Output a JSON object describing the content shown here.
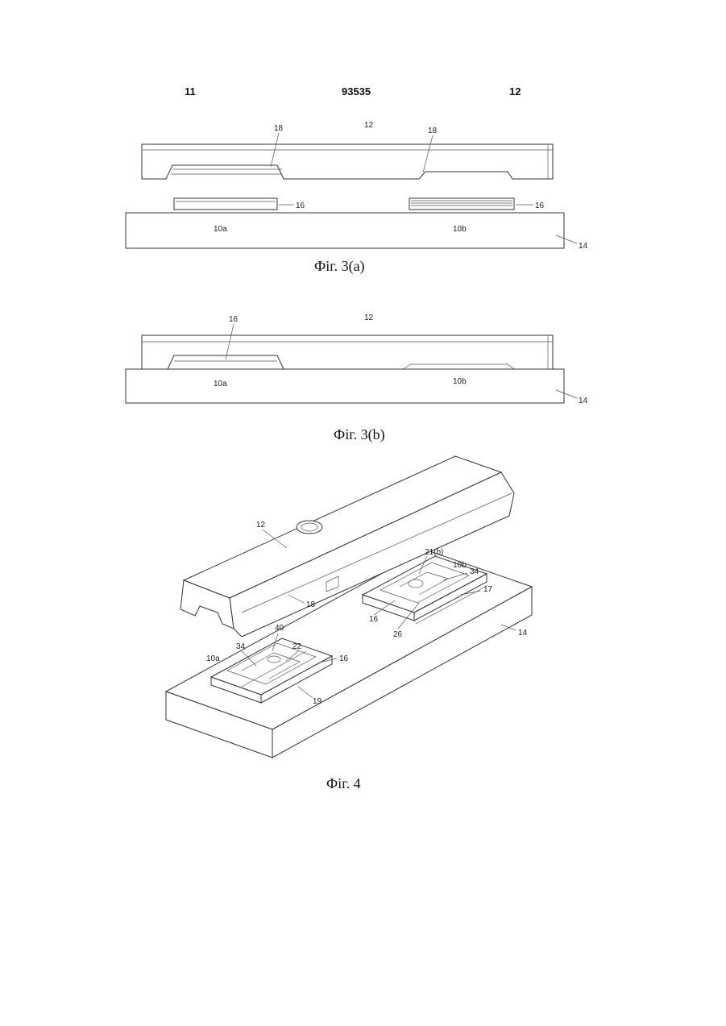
{
  "header": {
    "left_page": "11",
    "patent_number": "93535",
    "right_page": "12"
  },
  "figures": {
    "fig3a": {
      "caption": "Фіг. 3(a)",
      "labels": {
        "rail": "12",
        "groove_left": "18",
        "groove_right": "18",
        "pad_left": "16",
        "pad_right": "16",
        "area_left": "10a",
        "area_right": "10b",
        "base": "14"
      }
    },
    "fig3b": {
      "caption": "Фіг. 3(b)",
      "labels": {
        "pad": "16",
        "rail": "12",
        "area_left": "10a",
        "area_right": "10b",
        "base": "14"
      }
    },
    "fig4": {
      "caption": "Фіг. 4",
      "labels": {
        "rail": "12",
        "groove": "18",
        "ref_21b": "21(b)",
        "area_right": "10b",
        "ref_34_right": "34",
        "ref_17": "17",
        "pad_right": "16",
        "ref_26": "26",
        "base": "14",
        "ref_40": "40",
        "ref_34_left": "34",
        "ref_22": "22",
        "area_left": "10a",
        "pad_left": "16",
        "ref_19": "19"
      }
    }
  }
}
